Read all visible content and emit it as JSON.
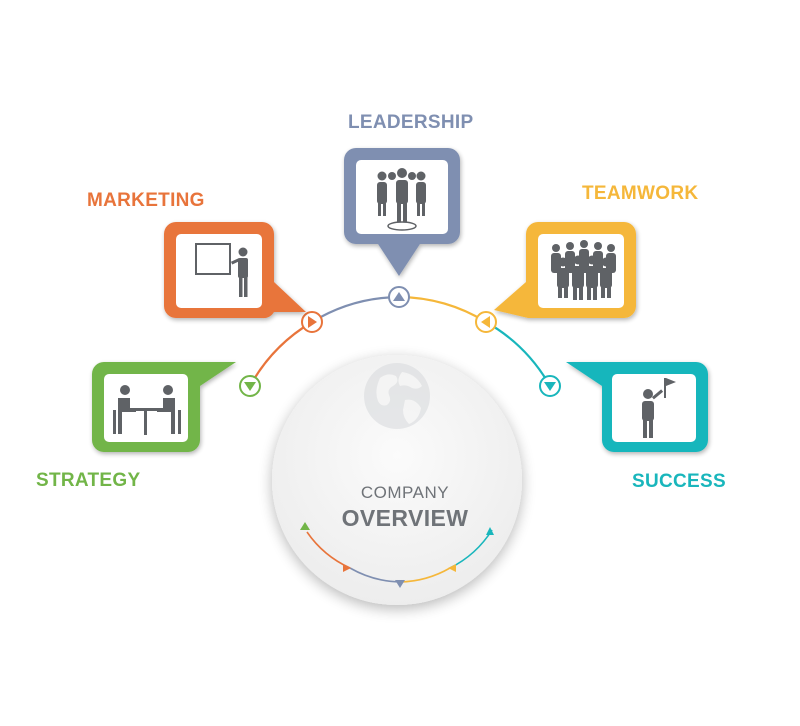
{
  "colors": {
    "leadership": "#7f8fb1",
    "marketing": "#e8743b",
    "teamwork": "#f5b73a",
    "strategy": "#72b548",
    "success": "#19b6bc",
    "icon_gray": "#5f6266",
    "center_text": "#6f7378"
  },
  "nodes": [
    {
      "key": "leadership",
      "label": "LEADERSHIP",
      "icon": "group-on-target-icon"
    },
    {
      "key": "marketing",
      "label": "MARKETING",
      "icon": "presenter-at-board-icon"
    },
    {
      "key": "teamwork",
      "label": "TEAMWORK",
      "icon": "crowd-icon"
    },
    {
      "key": "strategy",
      "label": "STRATEGY",
      "icon": "meeting-at-table-icon"
    },
    {
      "key": "success",
      "label": "SUCCESS",
      "icon": "person-with-flag-icon"
    }
  ],
  "center": {
    "line1": "COMPANY",
    "line2": "OVERVIEW",
    "icon": "globe-icon"
  },
  "arc_markers": [
    "triangle-down-icon",
    "triangle-right-icon",
    "triangle-up-icon",
    "triangle-left-icon",
    "triangle-down-icon"
  ]
}
